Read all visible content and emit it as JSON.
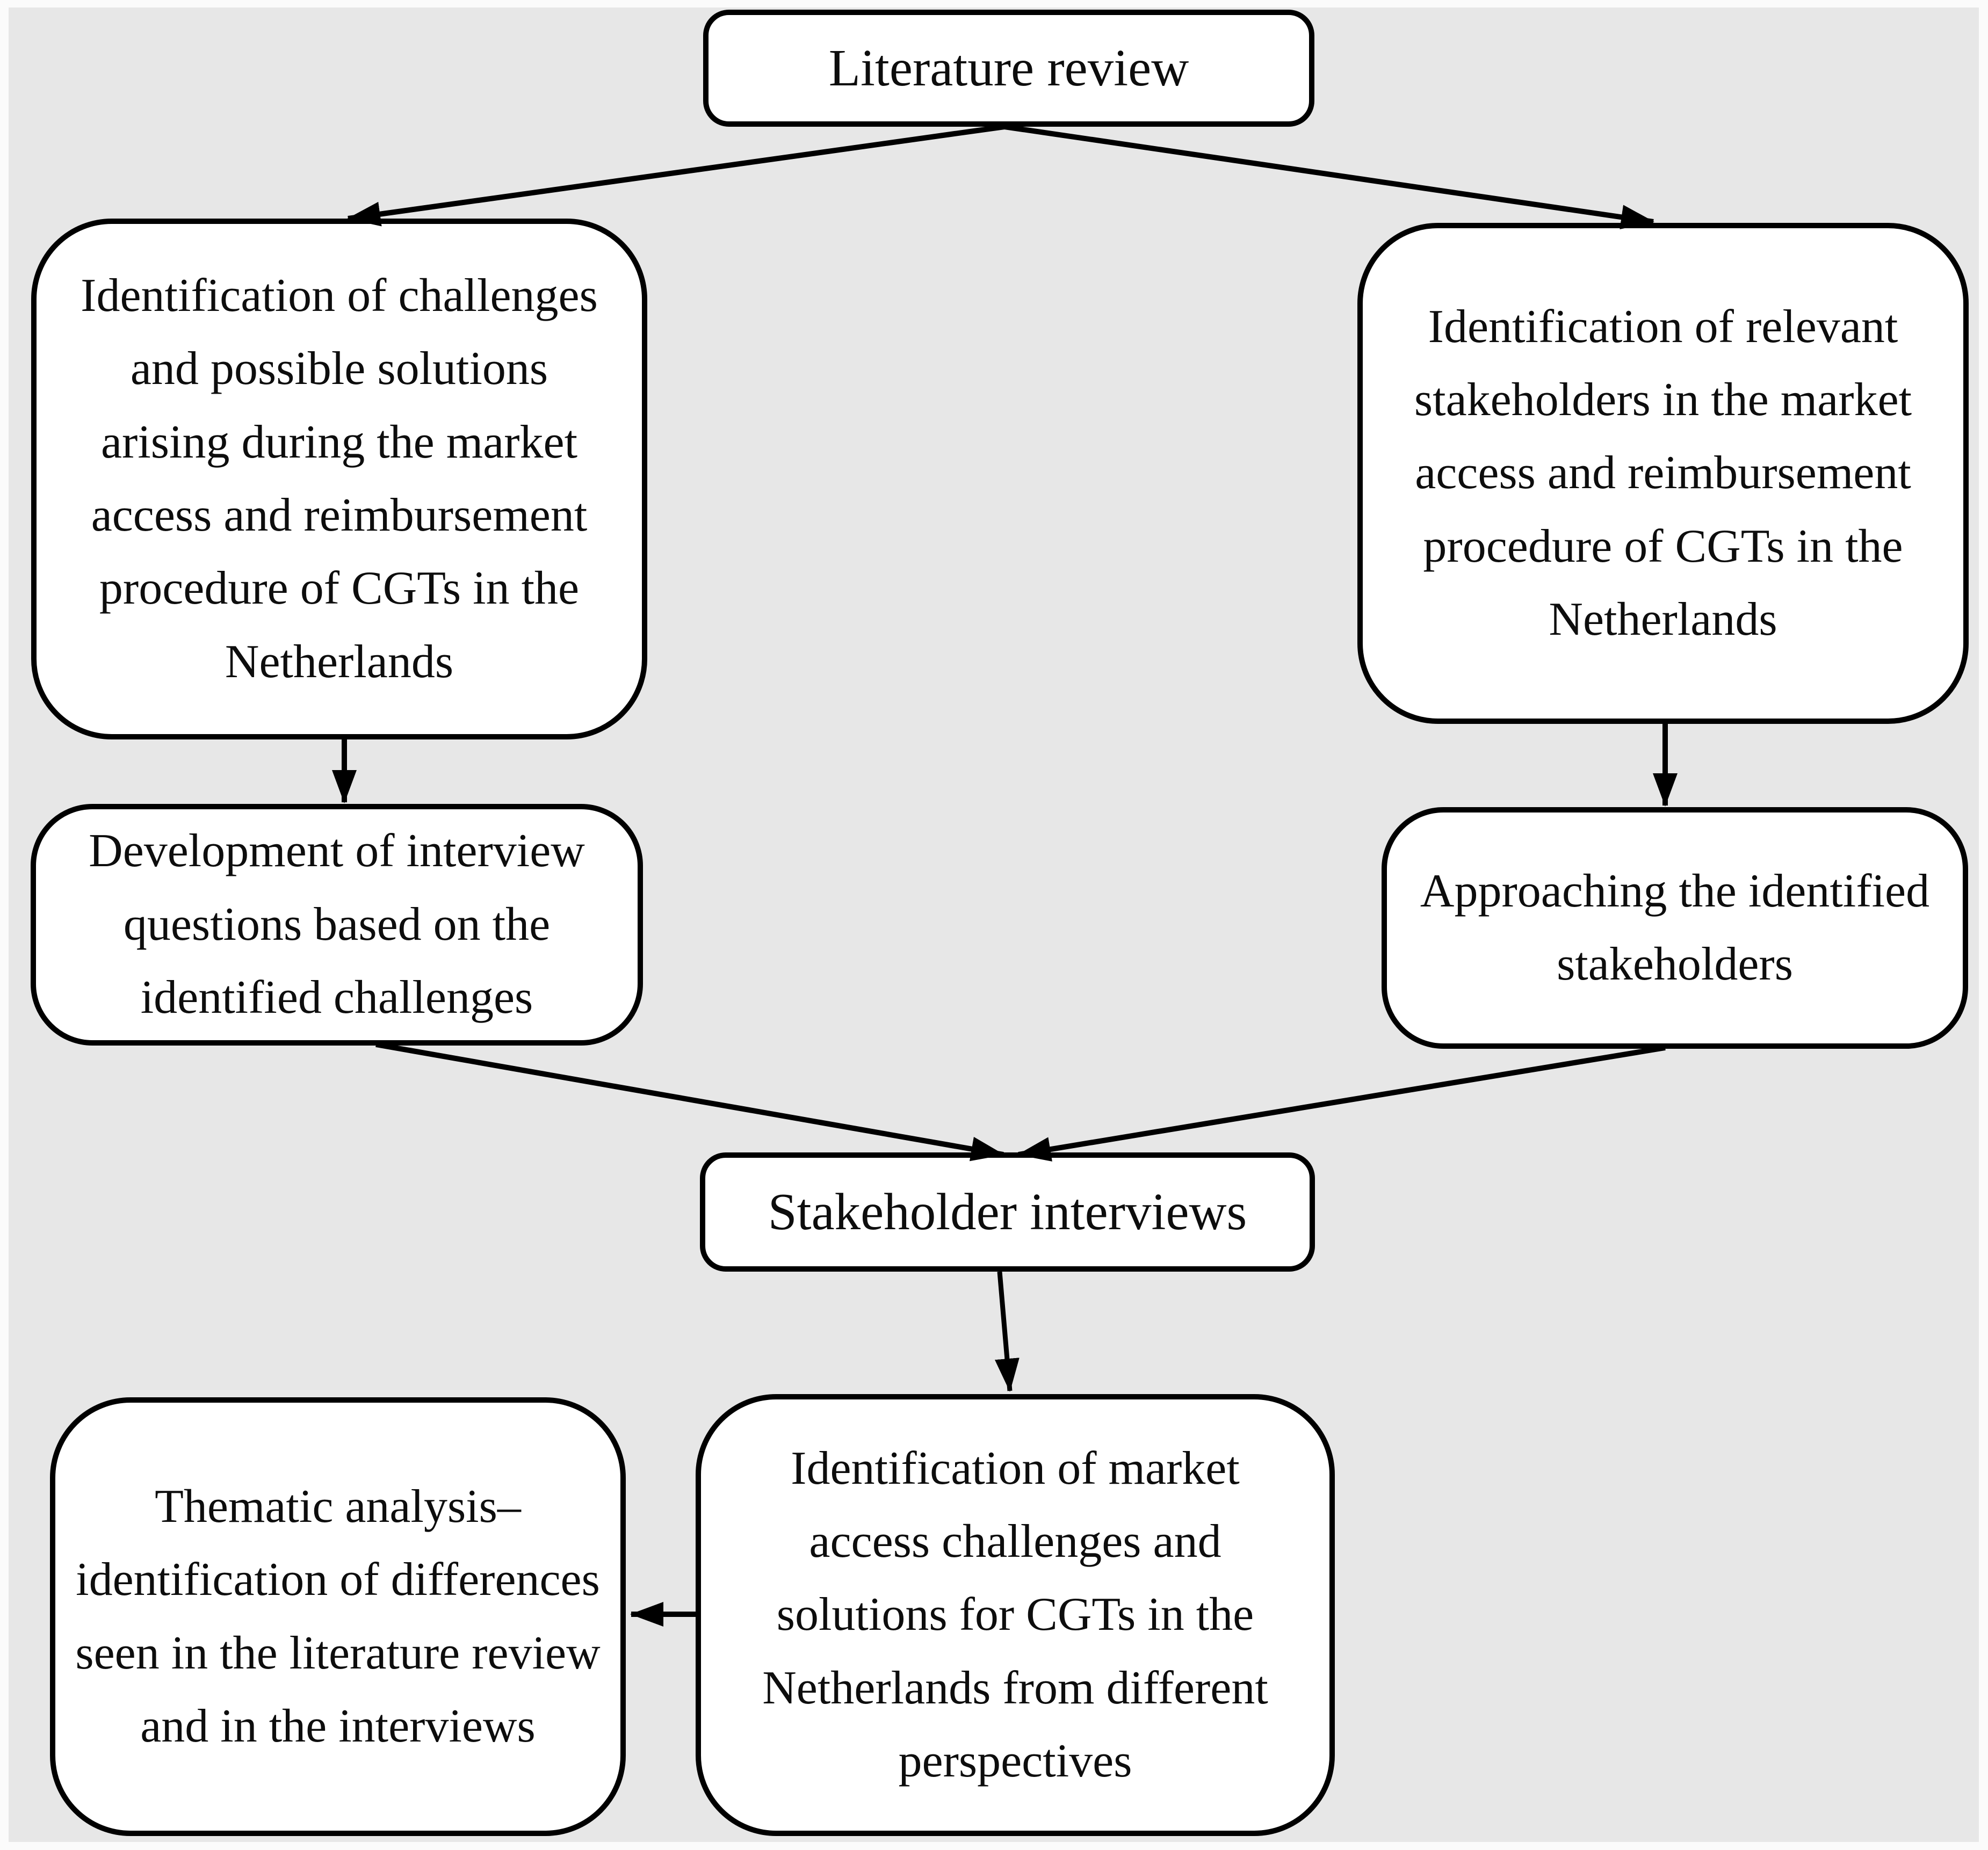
{
  "figure": {
    "type": "flowchart",
    "background_color": "#e7e7e7",
    "box_fill": "#ffffff",
    "box_border_color": "#000000",
    "arrow_color": "#000000",
    "text_color": "#0d0d0d"
  },
  "nodes": {
    "literature_review": {
      "label": "Literature review"
    },
    "challenges_solutions": {
      "label": "Identification of challenges\nand possible solutions\narising during the market\naccess and reimbursement\nprocedure of CGTs in the\nNetherlands"
    },
    "relevant_stakeholders": {
      "label": "Identification of relevant\nstakeholders in the market\naccess and reimbursement\nprocedure of CGTs in the\nNetherlands"
    },
    "interview_questions": {
      "label": "Development of interview\nquestions based on the\nidentified challenges"
    },
    "approach_stakeholders": {
      "label": "Approaching the identified\nstakeholders"
    },
    "stakeholder_interviews": {
      "label": "Stakeholder interviews"
    },
    "market_access_findings": {
      "label": "Identification of market\naccess challenges and\nsolutions for CGTs in the\nNetherlands from different\nperspectives"
    },
    "thematic_analysis": {
      "label": "Thematic analysis–\nidentification of differences\nseen in the literature review\nand in the interviews"
    }
  },
  "connections": [
    {
      "from": "literature_review",
      "to": "challenges_solutions"
    },
    {
      "from": "literature_review",
      "to": "relevant_stakeholders"
    },
    {
      "from": "challenges_solutions",
      "to": "interview_questions"
    },
    {
      "from": "relevant_stakeholders",
      "to": "approach_stakeholders"
    },
    {
      "from": "interview_questions",
      "to": "stakeholder_interviews"
    },
    {
      "from": "approach_stakeholders",
      "to": "stakeholder_interviews"
    },
    {
      "from": "stakeholder_interviews",
      "to": "market_access_findings"
    },
    {
      "from": "market_access_findings",
      "to": "thematic_analysis"
    }
  ]
}
